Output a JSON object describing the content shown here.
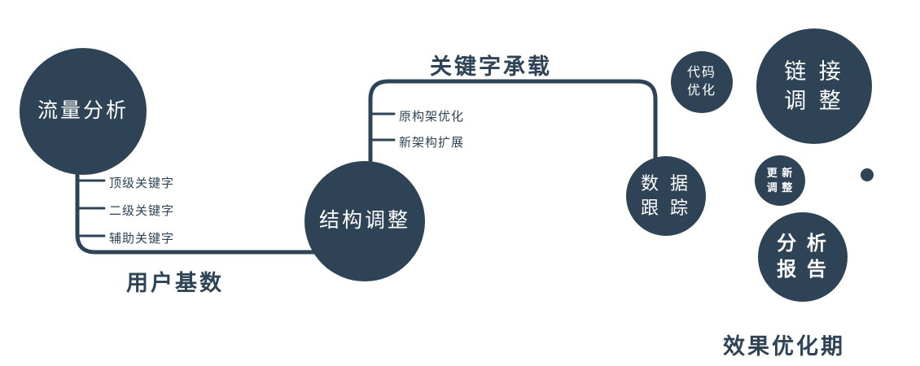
{
  "colors": {
    "primary": "#2e4456",
    "node_text": "#ffffff",
    "background": "#ffffff"
  },
  "nodes": {
    "traffic": {
      "label": "流量分析"
    },
    "structure": {
      "label": "结构调整"
    },
    "data_tracking": {
      "line1": "数 据",
      "line2": "跟 踪"
    },
    "code_opt": {
      "line1": "代码",
      "line2": "优化"
    },
    "link_adjust": {
      "line1": "链 接",
      "line2": "调 整"
    },
    "update_adjust": {
      "line1": "更 新",
      "line2": "调 整"
    },
    "analysis_report": {
      "line1": "分 析",
      "line2": "报 告"
    }
  },
  "edges": {
    "keyword_label": "关键字承载",
    "user_base_label": "用户基数"
  },
  "branches": {
    "left": [
      "顶级关键字",
      "二级关键字",
      "辅助关键字"
    ],
    "middle": [
      "原构架优化",
      "新架构扩展"
    ]
  },
  "footer": {
    "label": "效果优化期"
  }
}
